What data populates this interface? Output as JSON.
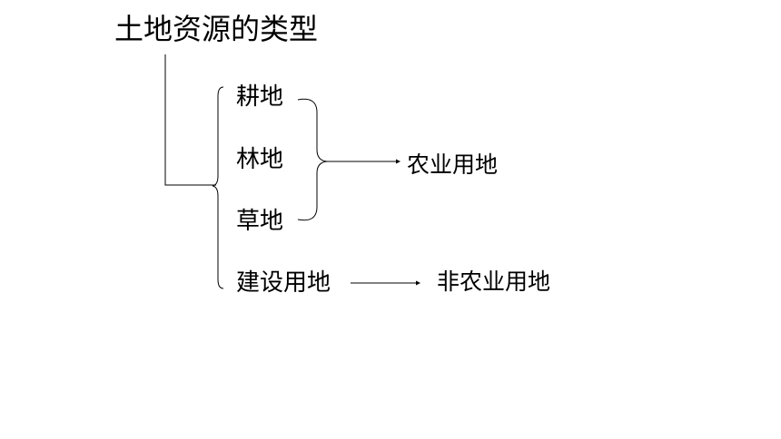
{
  "title": "土地资源的类型",
  "types": [
    {
      "label": "耕地"
    },
    {
      "label": "林地"
    },
    {
      "label": "草地"
    },
    {
      "label": "建设用地"
    }
  ],
  "groups": {
    "agricultural": "农业用地",
    "non_agricultural": "非农业用地"
  }
}
